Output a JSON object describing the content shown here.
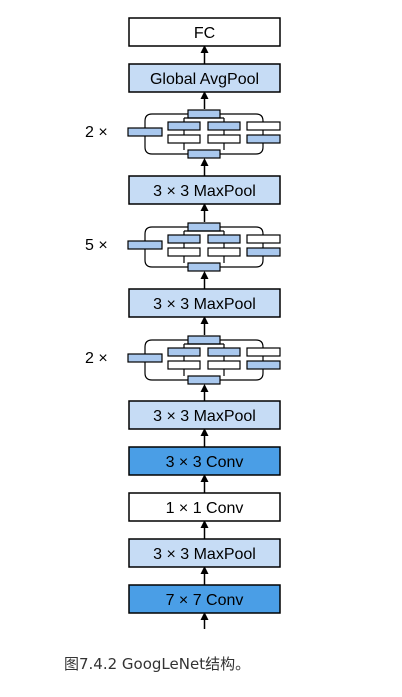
{
  "colors": {
    "light_blue": "#c6dcf5",
    "medium_blue": "#a9c8ee",
    "dark_blue": "#4a9ee6",
    "white": "#ffffff",
    "stroke": "#000000"
  },
  "stack": [
    {
      "label": "FC",
      "style": "white"
    },
    {
      "label": "Global AvgPool",
      "style": "light_blue"
    },
    {
      "label": "inception",
      "repeat": "2 ×"
    },
    {
      "label": "3 × 3 MaxPool",
      "style": "light_blue"
    },
    {
      "label": "inception",
      "repeat": "5 ×"
    },
    {
      "label": "3 × 3 MaxPool",
      "style": "light_blue"
    },
    {
      "label": "inception",
      "repeat": "2 ×"
    },
    {
      "label": "3 × 3 MaxPool",
      "style": "light_blue"
    },
    {
      "label": "3 × 3 Conv",
      "style": "dark_blue"
    },
    {
      "label": "1 × 1 Conv",
      "style": "white"
    },
    {
      "label": "3 × 3 MaxPool",
      "style": "light_blue"
    },
    {
      "label": "7 × 7 Conv",
      "style": "dark_blue"
    }
  ],
  "caption": "图7.4.2  GoogLeNet结构。"
}
